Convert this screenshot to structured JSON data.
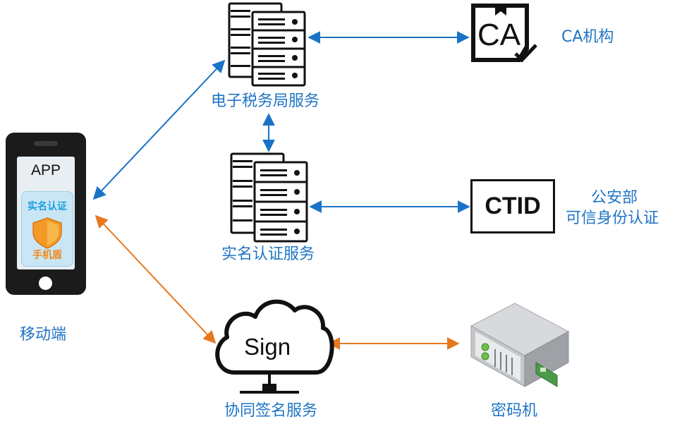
{
  "nodes": {
    "tax_server": {
      "label": "电子税务局服务"
    },
    "ca": {
      "label": "CA机构",
      "icon_text": "CA"
    },
    "realname_server": {
      "label": "实名认证服务"
    },
    "ctid": {
      "box_text": "CTID",
      "label_line1": "公安部",
      "label_line2": "可信身份认证"
    },
    "mobile": {
      "label": "移动端",
      "screen_title": "APP",
      "badge_title": "实名认证",
      "badge_subtitle": "手机盾"
    },
    "sign_service": {
      "label": "协同签名服务",
      "cloud_text": "Sign"
    },
    "hsm": {
      "label": "密码机"
    }
  },
  "colors": {
    "label_blue": "#1f74c4",
    "arrow_blue": "#1a73c7",
    "arrow_orange": "#e6781e"
  }
}
